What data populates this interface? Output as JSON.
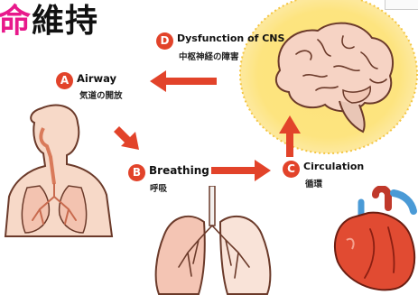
{
  "title": {
    "accent": "命",
    "rest": "維持"
  },
  "nodes": {
    "airway": {
      "letter": "A",
      "label": "Airway",
      "sub": "気道の開放"
    },
    "breathing": {
      "letter": "B",
      "label": "Breathing",
      "sub": "呼吸"
    },
    "circulation": {
      "letter": "C",
      "label": "Circulation",
      "sub": "循環"
    },
    "dysfunction": {
      "letter": "D",
      "label": "Dysfunction of CNS",
      "sub": "中枢神経の障害"
    }
  },
  "colors": {
    "accent": "#e8198b",
    "badge": "#e2432a",
    "arrow": "#e2432a",
    "glow": "#fde27a"
  },
  "icons": [
    "human-airway-icon",
    "lungs-icon",
    "heart-icon",
    "brain-icon"
  ]
}
